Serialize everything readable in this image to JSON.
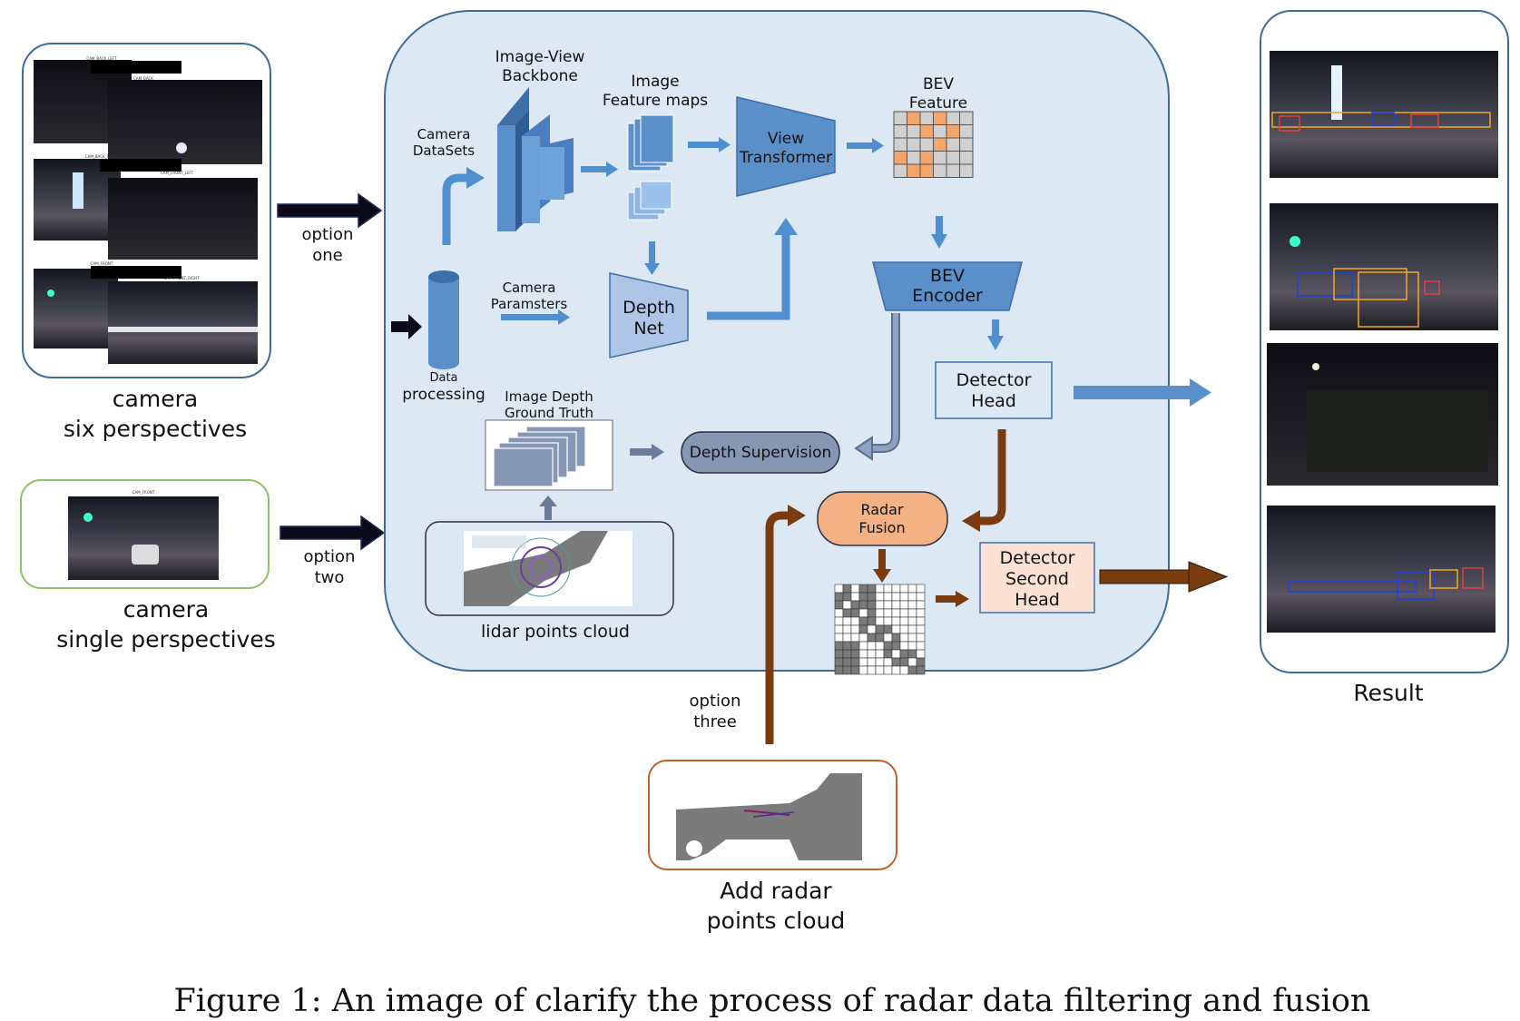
{
  "inputs": {
    "six_label_1": "camera",
    "six_label_2": "six perspectives",
    "single_label_1": "camera",
    "single_label_2": "single perspectives",
    "option_one_1": "option",
    "option_one_2": "one",
    "option_two_1": "option",
    "option_two_2": "two",
    "option_three_1": "option",
    "option_three_2": "three",
    "thumb_labels": [
      "CAM_BACK_LEFT",
      "CAM_BACK",
      "CAM_BACK_RIGHT",
      "CAM_FRONT_LEFT",
      "CAM_FRONT",
      "CAM_FRONT_RIGHT"
    ],
    "single_thumb_label": "CAM_FRONT"
  },
  "pipeline": {
    "camera_datasets_1": "Camera",
    "camera_datasets_2": "DataSets",
    "backbone_1": "Image-View",
    "backbone_2": "Backbone",
    "feature_maps_1": "Image",
    "feature_maps_2": "Feature maps",
    "view_transformer_1": "View",
    "view_transformer_2": "Transformer",
    "bev_feature_1": "BEV",
    "bev_feature_2": "Feature",
    "camera_params_1": "Camera",
    "camera_params_2": "Paramsters",
    "depth_net_1": "Depth",
    "depth_net_2": "Net",
    "bev_encoder_1": "BEV",
    "bev_encoder_2": "Encoder",
    "data_processing_1": "Data",
    "data_processing_2": "processing",
    "detector_head_1": "Detector",
    "detector_head_2": "Head",
    "depth_gt_1": "Image Depth",
    "depth_gt_2": "Ground Truth",
    "depth_supervision": "Depth Supervision",
    "lidar_label": "lidar points cloud",
    "radar_fusion_1": "Radar",
    "radar_fusion_2": "Fusion",
    "second_head_1": "Detector",
    "second_head_2": "Second",
    "second_head_3": "Head"
  },
  "radar": {
    "label_1": "Add radar",
    "label_2": "points cloud"
  },
  "result": {
    "label": "Result"
  },
  "caption": "Figure 1: An image of clarify the process of radar data filtering and fusion",
  "colors": {
    "panel_fill": "#dde8f5",
    "panel_stroke": "#3d6b9c",
    "block_blue": "#5b8fc9",
    "block_dark": "#3f6fa8",
    "arrow_blue": "#4f8fd0",
    "arrow_brown": "#7a3b0e",
    "radar_fill": "#f4b183",
    "second_head_fill": "#fbe2d5",
    "depth_sup_fill": "#8597b2",
    "grid_orange": "#f4a56a"
  }
}
